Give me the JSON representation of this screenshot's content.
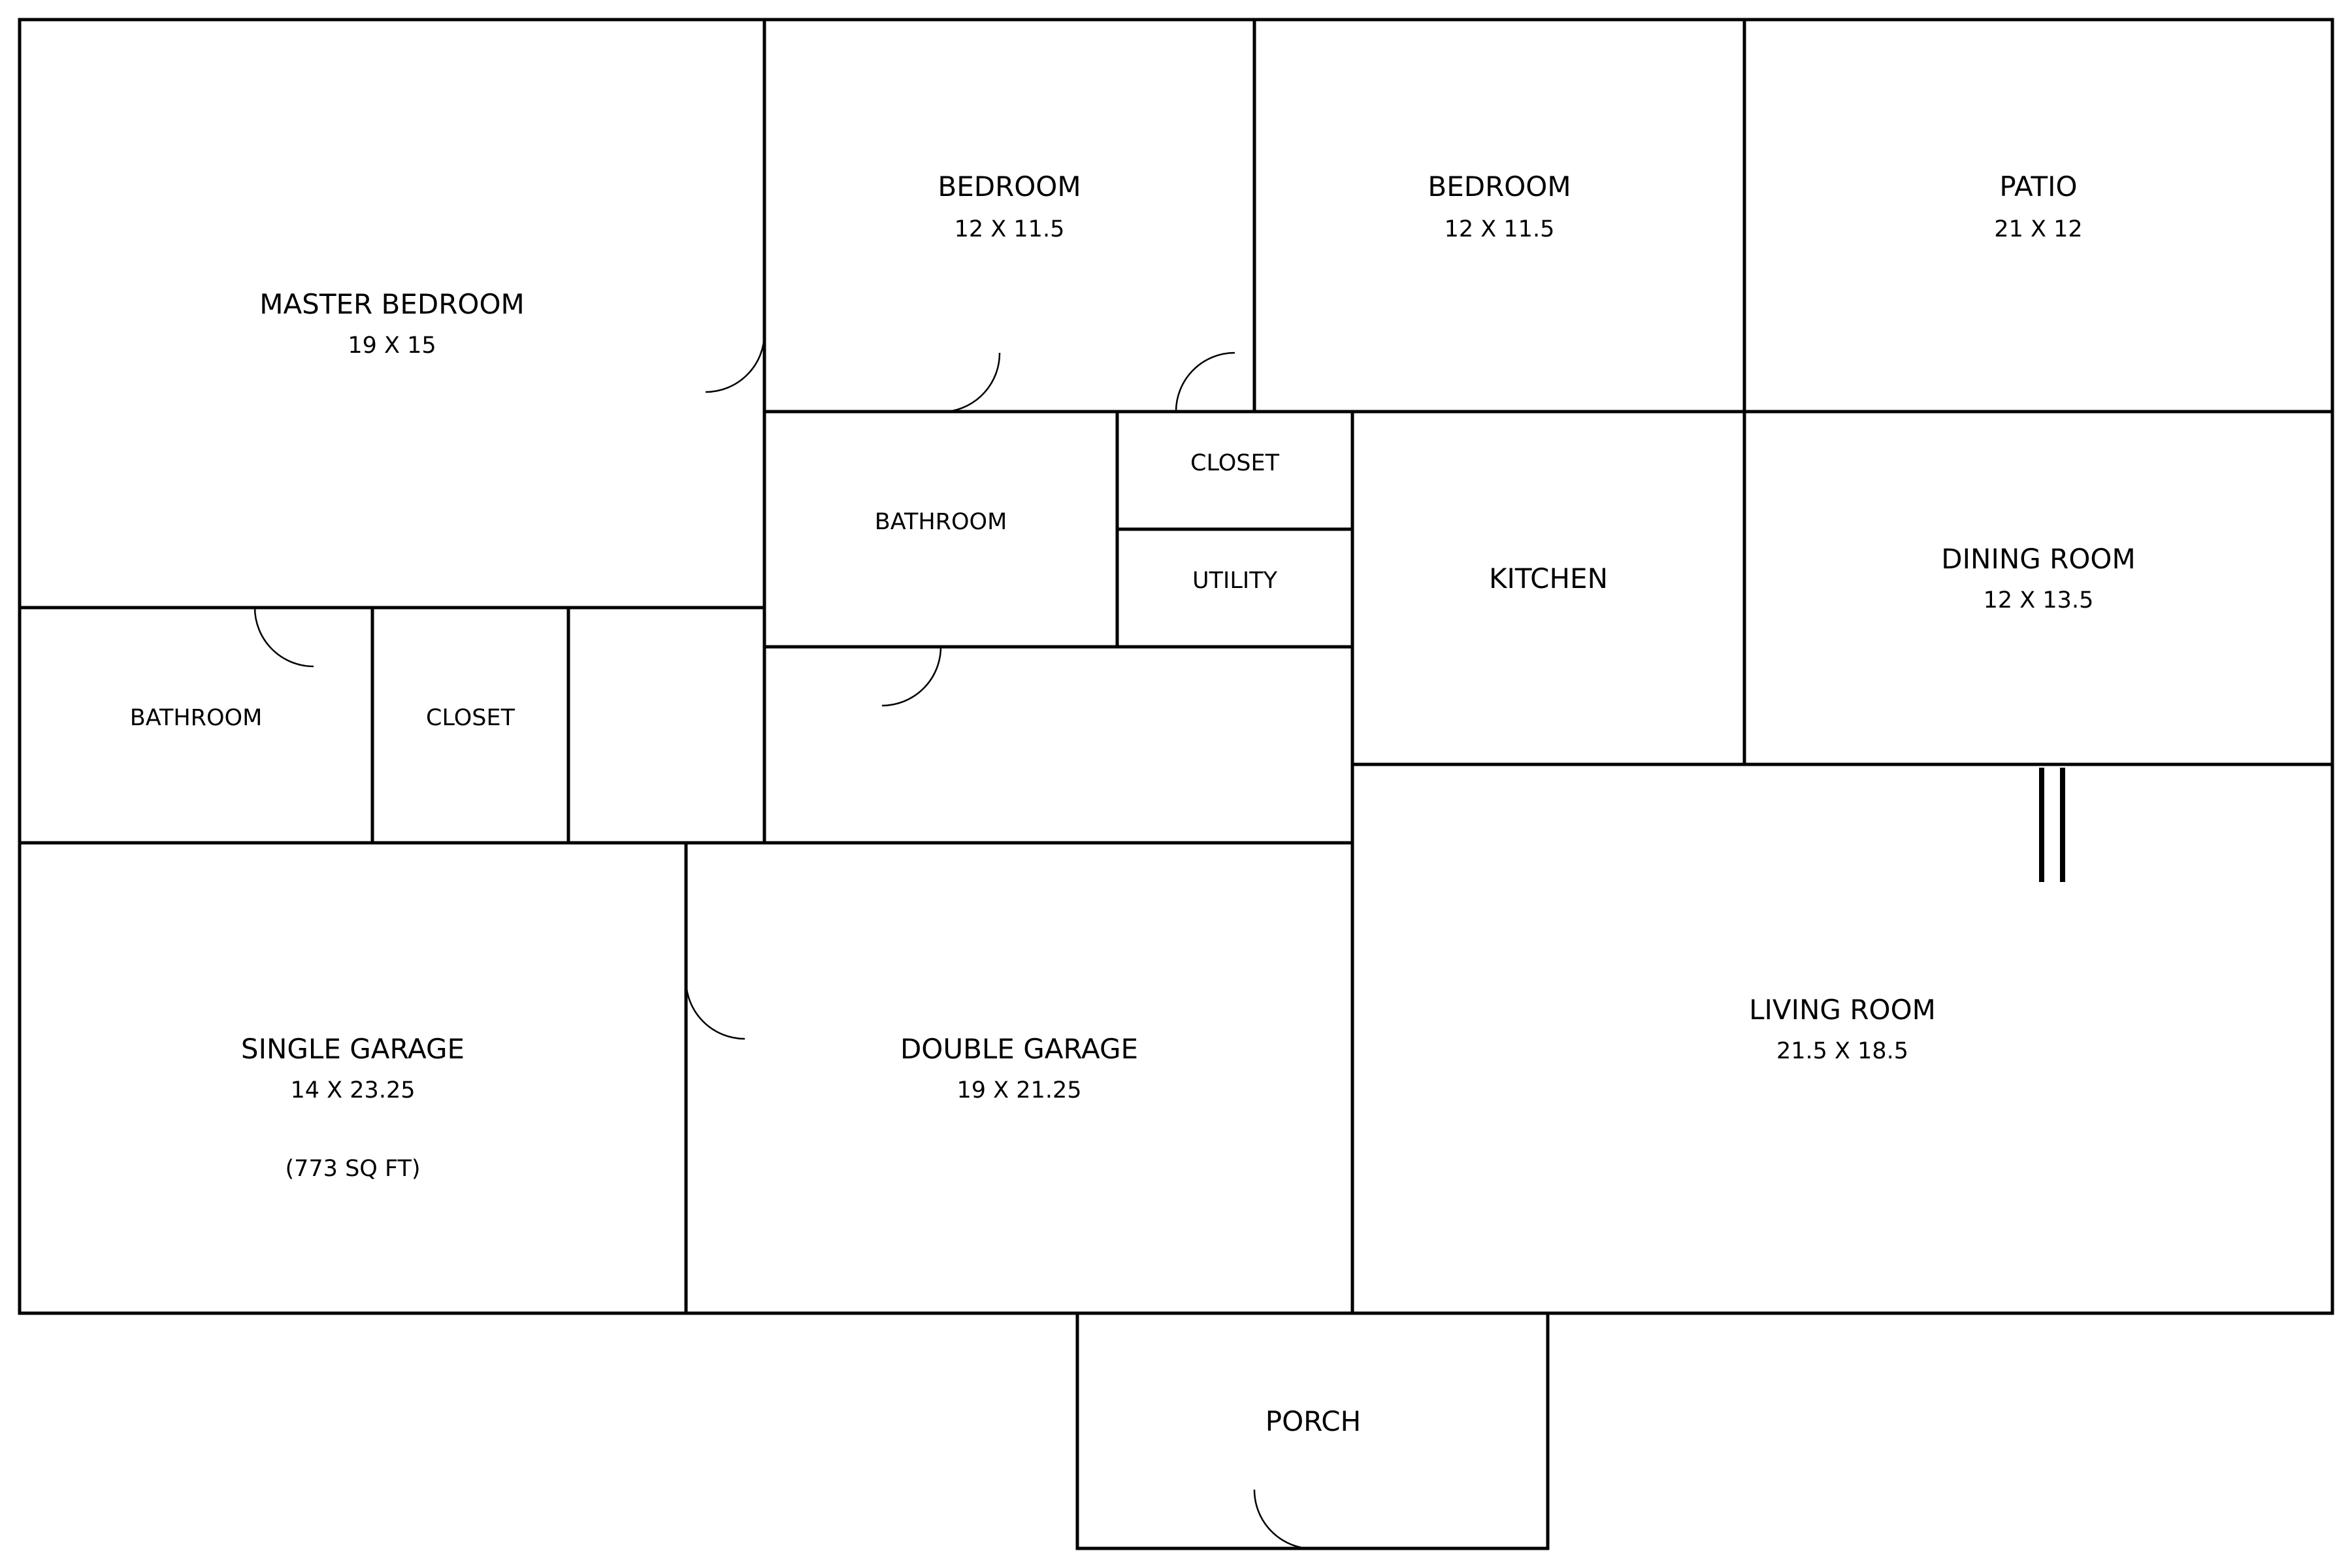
{
  "rooms": {
    "master_bedroom": {
      "name": "MASTER BEDROOM",
      "dim": "19 X 15"
    },
    "bedroom_1": {
      "name": "BEDROOM",
      "dim": "12 X 11.5"
    },
    "bedroom_2": {
      "name": "BEDROOM",
      "dim": "12 X 11.5"
    },
    "patio": {
      "name": "PATIO",
      "dim": "21 X 12"
    },
    "hall_bathroom": {
      "name": "BATHROOM"
    },
    "hall_closet": {
      "name": "CLOSET"
    },
    "utility": {
      "name": "UTILITY"
    },
    "kitchen": {
      "name": "KITCHEN"
    },
    "dining_room": {
      "name": "DINING ROOM",
      "dim": "12 X 13.5"
    },
    "master_bathroom": {
      "name": "BATHROOM"
    },
    "master_closet": {
      "name": "CLOSET"
    },
    "single_garage": {
      "name": "SINGLE GARAGE",
      "dim": "14 X 23.25",
      "area": "(773 SQ FT)"
    },
    "double_garage": {
      "name": "DOUBLE GARAGE",
      "dim": "19 X 21.25"
    },
    "living_room": {
      "name": "LIVING ROOM",
      "dim": "21.5 X 18.5"
    },
    "porch": {
      "name": "PORCH"
    }
  }
}
